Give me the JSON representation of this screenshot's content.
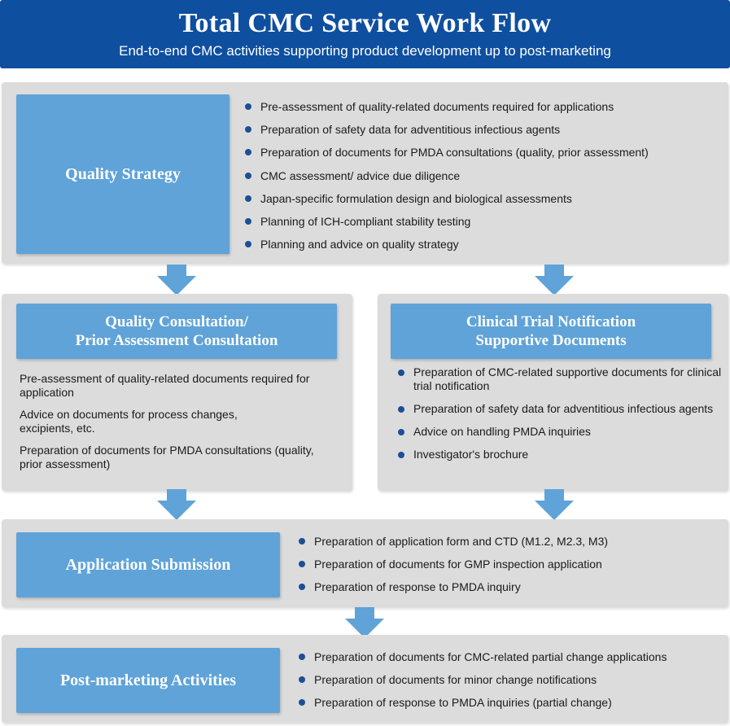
{
  "header": {
    "title": "Total CMC Service Work Flow",
    "subtitle": "End-to-end CMC activities supporting product development up to post-marketing"
  },
  "colors": {
    "header_bg": "#0f4fa0",
    "title_box_bg": "#5fa3d8",
    "panel_bg": "#dcdcdd",
    "bullet": "#1c4f93",
    "arrow": "#5fa3d8"
  },
  "quality_strategy": {
    "title": "Quality Strategy",
    "items": [
      "Pre-assessment of quality-related documents required for applications",
      "Preparation of safety data for adventitious infectious agents",
      "Preparation of documents for PMDA consultations (quality, prior assessment)",
      "CMC assessment/ advice due diligence",
      "Japan-specific formulation design and biological assessments",
      "Planning of ICH-compliant stability testing",
      "Planning and advice on quality strategy"
    ]
  },
  "quality_consultation": {
    "title_line1": "Quality Consultation/",
    "title_line2": "Prior Assessment Consultation",
    "items": [
      "Pre-assessment of quality-related documents required for application",
      "Advice on documents for process changes, excipients, etc.",
      "Preparation of documents for PMDA consultations (quality, prior assessment)"
    ]
  },
  "clinical_trial": {
    "title_line1": "Clinical Trial Notification",
    "title_line2": "Supportive Documents",
    "items": [
      "Preparation of CMC-related supportive documents for clinical trial notification",
      "Preparation of safety data for adventitious infectious agents",
      "Advice on handling PMDA inquiries",
      "Investigator's brochure"
    ]
  },
  "application_submission": {
    "title": "Application Submission",
    "items": [
      "Preparation of application form and CTD (M1.2, M2.3, M3)",
      "Preparation of documents for GMP inspection application",
      "Preparation of response to PMDA inquiry"
    ]
  },
  "post_marketing": {
    "title": "Post-marketing Activities",
    "items": [
      "Preparation of documents for CMC-related partial change applications",
      "Preparation of documents for minor change notifications",
      "Preparation of response to PMDA inquiries (partial change)"
    ]
  }
}
